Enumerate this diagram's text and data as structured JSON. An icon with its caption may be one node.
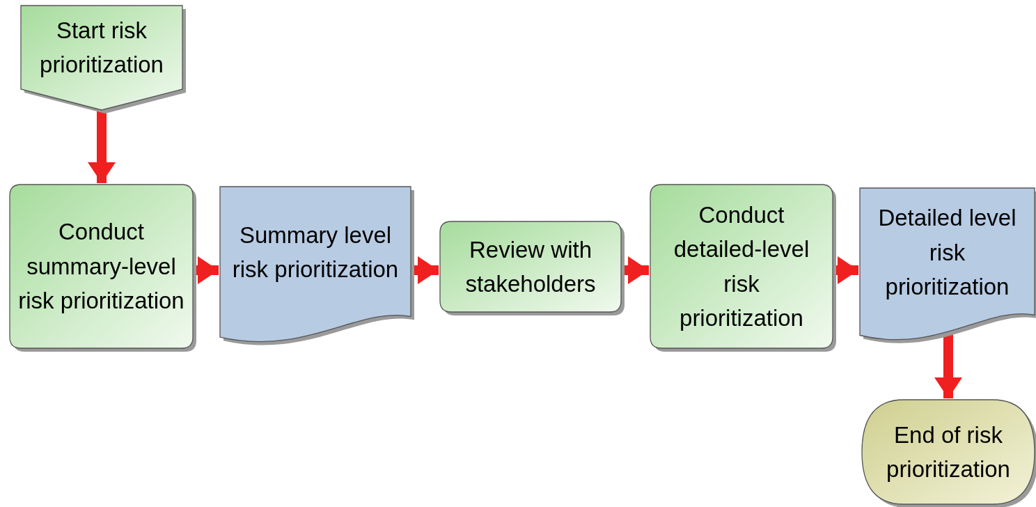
{
  "diagram": {
    "nodes": [
      {
        "text": [
          "Start risk prioritization"
        ]
      },
      {
        "text": [
          "Conduct summary-level risk prioritization"
        ]
      },
      {
        "text": [
          "Summary level risk prioritization"
        ]
      },
      {
        "text": [
          "Review with stakeholders"
        ]
      },
      {
        "text": [
          "Conduct detailed-level risk prioritization"
        ]
      },
      {
        "text": [
          "Detailed level risk prioritization"
        ]
      },
      {
        "text": [
          "End of risk prioritization"
        ]
      }
    ],
    "edges": [
      {
        "from": 0,
        "to": 1,
        "arrow": "to"
      },
      {
        "from": 1,
        "to": 2,
        "arrow": "to"
      },
      {
        "from": 2,
        "to": 3,
        "arrow": "to"
      },
      {
        "from": 3,
        "to": 4,
        "arrow": "to"
      },
      {
        "from": 4,
        "to": 5,
        "arrow": "to"
      },
      {
        "from": 5,
        "to": 6,
        "arrow": "to"
      }
    ]
  }
}
